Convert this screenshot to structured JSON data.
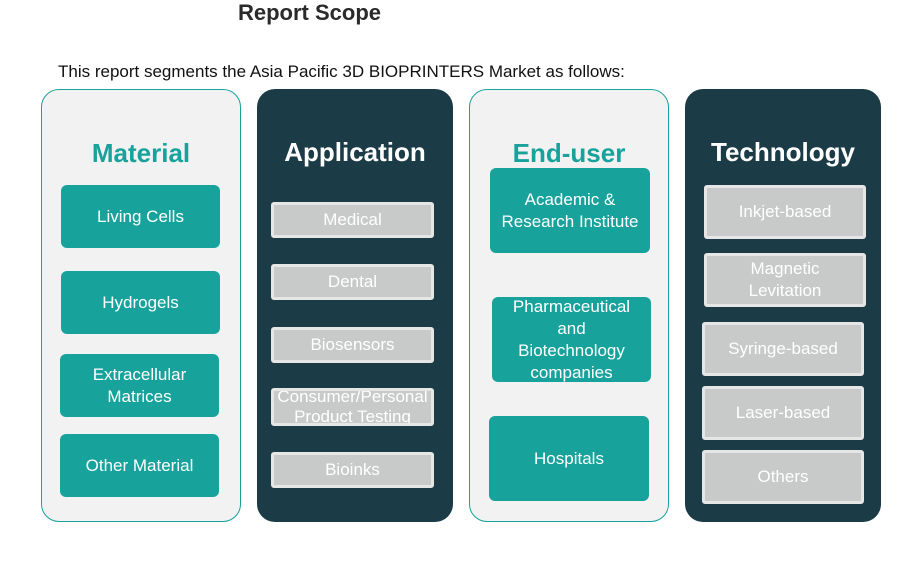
{
  "title": "Report Scope",
  "subtitle": "This report segments the Asia Pacific 3D BIOPRINTERS Market as follows:",
  "colors": {
    "teal": "#17a29c",
    "dark_panel": "#1b3c47",
    "light_panel": "#f2f2f2",
    "grey_box": "#c8c9c9"
  },
  "material": {
    "heading": "Material",
    "items": [
      "Living Cells",
      "Hydrogels",
      "Extracellular Matrices",
      "Other Material"
    ]
  },
  "application": {
    "heading": "Application",
    "items": [
      "Medical",
      "Dental",
      "Biosensors",
      "Consumer/Personal Product Testing",
      "Bioinks"
    ]
  },
  "end_user": {
    "heading": "End-user",
    "items": [
      "Academic & Research Institute",
      "Pharmaceutical and Biotechnology companies",
      "Hospitals"
    ]
  },
  "technology": {
    "heading": "Technology",
    "items": [
      "Inkjet-based",
      "Magnetic Levitation",
      "Syringe-based",
      "Laser-based",
      "Others"
    ]
  }
}
